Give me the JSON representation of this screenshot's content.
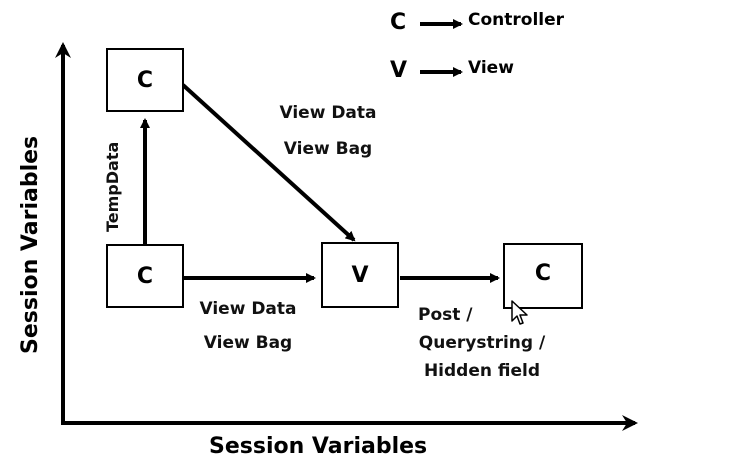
{
  "nodes": {
    "c_top": "C",
    "c_bottom": "C",
    "v_center": "V",
    "c_right": "C"
  },
  "edges": {
    "tempdata": "TempData",
    "diag_line1": "View Data",
    "diag_line2": "View Bag",
    "bottom_line1": "View Data",
    "bottom_line2": "View Bag",
    "post_line1": "Post /",
    "post_line2": "Querystring /",
    "post_line3": "Hidden field"
  },
  "axes": {
    "x_label": "Session Variables",
    "y_label": "Session Variables"
  },
  "legend": [
    {
      "key": "C",
      "value": "Controller"
    },
    {
      "key": "V",
      "value": "View"
    }
  ],
  "colors": {
    "stroke": "#000000",
    "background": "#ffffff"
  },
  "cursor": "mouse-pointer-icon"
}
